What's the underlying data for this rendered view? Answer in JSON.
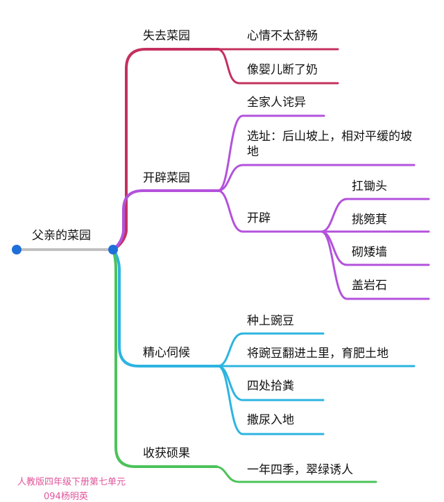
{
  "root": {
    "label": "父亲的菜园"
  },
  "colors": {
    "root_line": "#c0c0c0",
    "root_dot": "#1f6fd8",
    "branch_1": "#c4305e",
    "branch_2": "#b352dc",
    "branch_3": "#2cb4e0",
    "branch_4": "#4cc25a"
  },
  "branches": [
    {
      "label": "失去菜园",
      "children": [
        {
          "label": "心情不太舒畅"
        },
        {
          "label": "像婴儿断了奶"
        }
      ]
    },
    {
      "label": "开辟菜园",
      "children": [
        {
          "label": "全家人诧异"
        },
        {
          "label": "选址：后山坡上，相对平缓的坡地"
        },
        {
          "label": "开辟",
          "children": [
            {
              "label": "扛锄头"
            },
            {
              "label": "挑箢萁"
            },
            {
              "label": "砌矮墙"
            },
            {
              "label": "盖岩石"
            }
          ]
        }
      ]
    },
    {
      "label": "精心伺候",
      "children": [
        {
          "label": "种上豌豆"
        },
        {
          "label": "将豌豆翻进土里，育肥土地"
        },
        {
          "label": "四处拾粪"
        },
        {
          "label": "撒尿入地"
        }
      ]
    },
    {
      "label": "收获硕果",
      "children": [
        {
          "label": "一年四季，翠绿诱人"
        }
      ]
    }
  ],
  "footer": {
    "line1": "人教版四年级下册第七单元",
    "line2": "094杨明英"
  }
}
